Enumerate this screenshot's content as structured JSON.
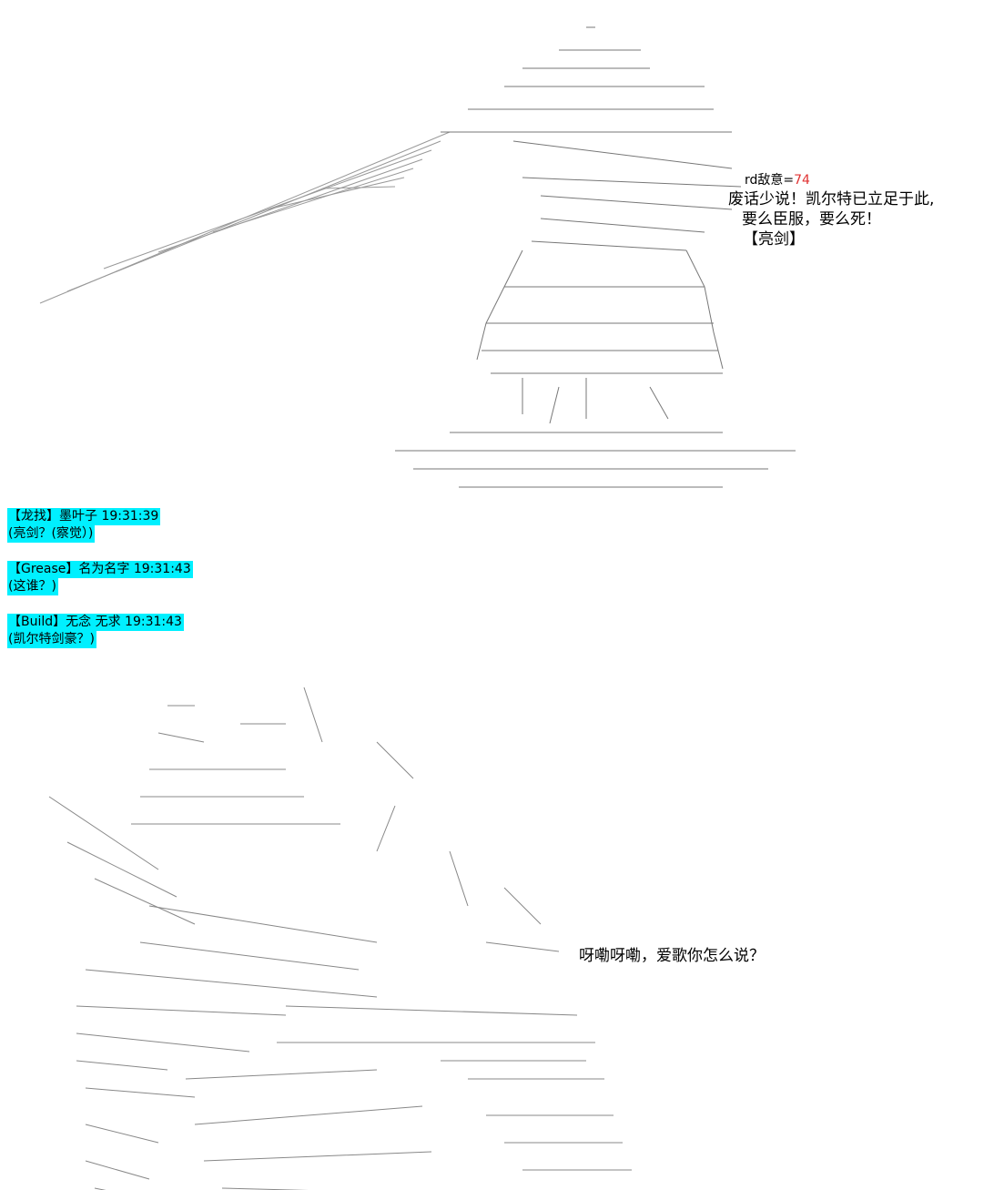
{
  "top_panel": {
    "enemy_label": "rd敌意=",
    "enemy_value": "74",
    "line1": "废话少说！凯尔特已立足于此,",
    "line2": "要么臣服，要么死！",
    "action": "【亮剑】"
  },
  "chat": [
    {
      "user": "【龙找】墨叶子",
      "time": "19:31:39",
      "message": "(亮剑？(察觉）)"
    },
    {
      "user": "【Grease】名为名字",
      "time": "19:31:43",
      "message": "(这谁？)"
    },
    {
      "user": "【Build】无念 无求",
      "time": "19:31:43",
      "message": "(凯尔特剑豪？)"
    }
  ],
  "bottom_panel": {
    "line1": "呀嘞呀嘞，爱歌你怎么说？"
  },
  "colors": {
    "chat_highlight": "#00f0ff",
    "enemy_value": "#e03131"
  }
}
